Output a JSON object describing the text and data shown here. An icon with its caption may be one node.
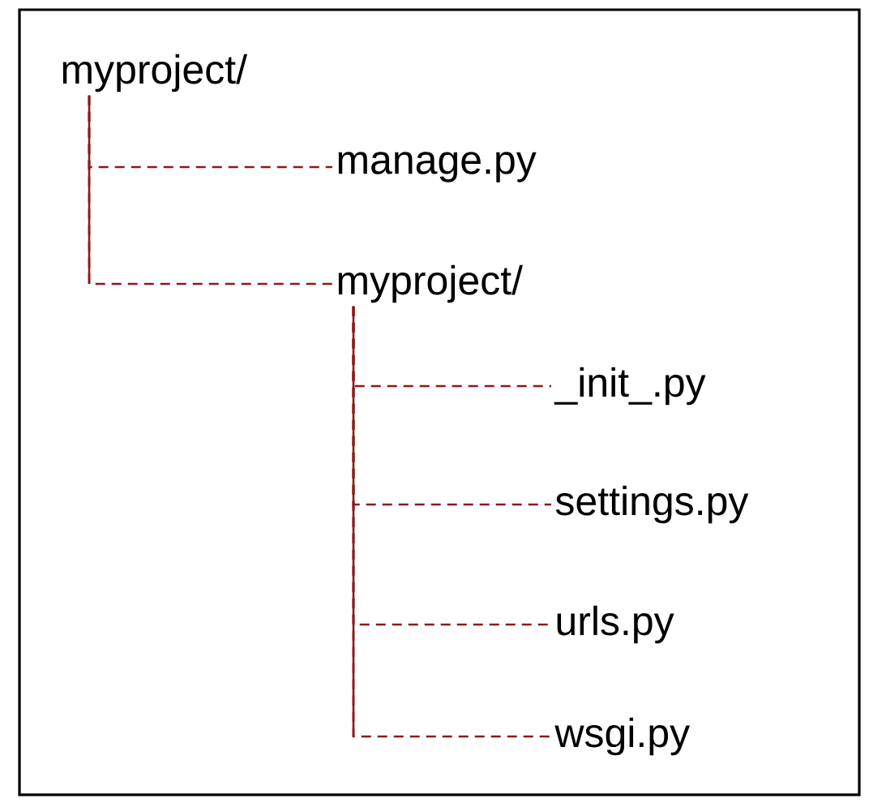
{
  "diagram": {
    "nodes": [
      {
        "text": [
          "myproject/"
        ]
      },
      {
        "text": [
          "manage.py"
        ]
      },
      {
        "text": [
          "myproject/"
        ]
      },
      {
        "text": [
          "_init_.py"
        ]
      },
      {
        "text": [
          "settings.py"
        ]
      },
      {
        "text": [
          "urls.py"
        ]
      },
      {
        "text": [
          "wsgi.py"
        ]
      }
    ],
    "edges": [
      {
        "from": 0,
        "to": 1,
        "arrow": "none",
        "style": "dashed"
      },
      {
        "from": 0,
        "to": 2,
        "arrow": "none",
        "style": "dashed"
      },
      {
        "from": 2,
        "to": 3,
        "arrow": "none",
        "style": "dashed"
      },
      {
        "from": 2,
        "to": 4,
        "arrow": "none",
        "style": "dashed"
      },
      {
        "from": 2,
        "to": 5,
        "arrow": "none",
        "style": "dashed"
      },
      {
        "from": 2,
        "to": 6,
        "arrow": "none",
        "style": "dashed"
      }
    ]
  }
}
